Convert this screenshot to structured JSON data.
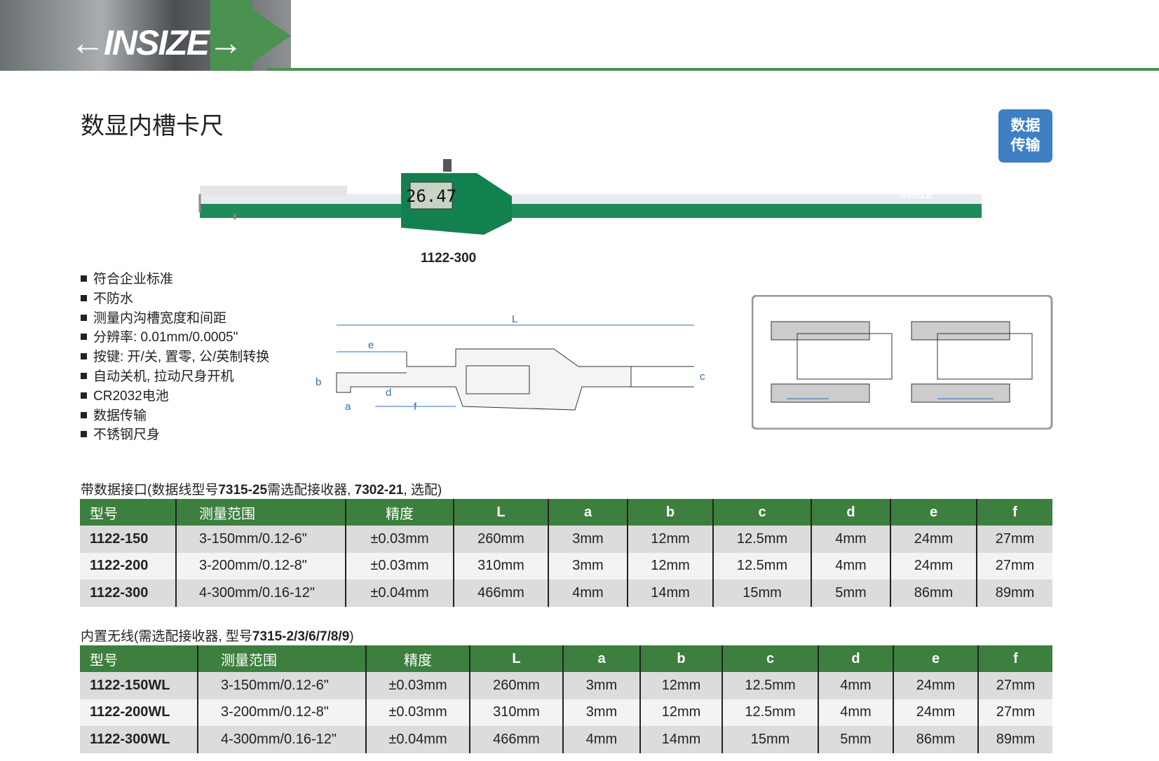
{
  "brand": "INSIZE",
  "title": "数显内槽卡尺",
  "badge": [
    "数据",
    "传输"
  ],
  "product_image": {
    "model": "1122-300",
    "display_reading": "26.47"
  },
  "features": [
    "符合企业标准",
    "不防水",
    "测量内沟槽宽度和间距",
    "分辨率: 0.01mm/0.0005\"",
    "按键: 开/关, 置零, 公/英制转换",
    "自动关机, 拉动尺身开机",
    "CR2032电池",
    "数据传输",
    "不锈钢尺身"
  ],
  "diagram_labels": [
    "L",
    "e",
    "b",
    "a",
    "d",
    "f",
    "c"
  ],
  "table1": {
    "caption_parts": [
      "带数据接口(数据线型号",
      "7315-25",
      "需选配接收器, ",
      "7302-21",
      ", 选配)"
    ],
    "headers": [
      "型号",
      "测量范围",
      "精度",
      "L",
      "a",
      "b",
      "c",
      "d",
      "e",
      "f"
    ],
    "rows": [
      [
        "1122-150",
        "3-150mm/0.12-6\"",
        "±0.03mm",
        "260mm",
        "3mm",
        "12mm",
        "12.5mm",
        "4mm",
        "24mm",
        "27mm"
      ],
      [
        "1122-200",
        "3-200mm/0.12-8\"",
        "±0.03mm",
        "310mm",
        "3mm",
        "12mm",
        "12.5mm",
        "4mm",
        "24mm",
        "27mm"
      ],
      [
        "1122-300",
        "4-300mm/0.16-12\"",
        "±0.04mm",
        "466mm",
        "4mm",
        "14mm",
        "15mm",
        "5mm",
        "86mm",
        "89mm"
      ]
    ]
  },
  "table2": {
    "caption_parts": [
      "内置无线(需选配接收器, 型号",
      "7315-2/3/6/7/8/9",
      ")"
    ],
    "headers": [
      "型号",
      "测量范围",
      "精度",
      "L",
      "a",
      "b",
      "c",
      "d",
      "e",
      "f"
    ],
    "rows": [
      [
        "1122-150WL",
        "3-150mm/0.12-6\"",
        "±0.03mm",
        "260mm",
        "3mm",
        "12mm",
        "12.5mm",
        "4mm",
        "24mm",
        "27mm"
      ],
      [
        "1122-200WL",
        "3-200mm/0.12-8\"",
        "±0.03mm",
        "310mm",
        "3mm",
        "12mm",
        "12.5mm",
        "4mm",
        "24mm",
        "27mm"
      ],
      [
        "1122-300WL",
        "4-300mm/0.16-12\"",
        "±0.04mm",
        "466mm",
        "4mm",
        "14mm",
        "15mm",
        "5mm",
        "86mm",
        "89mm"
      ]
    ]
  }
}
